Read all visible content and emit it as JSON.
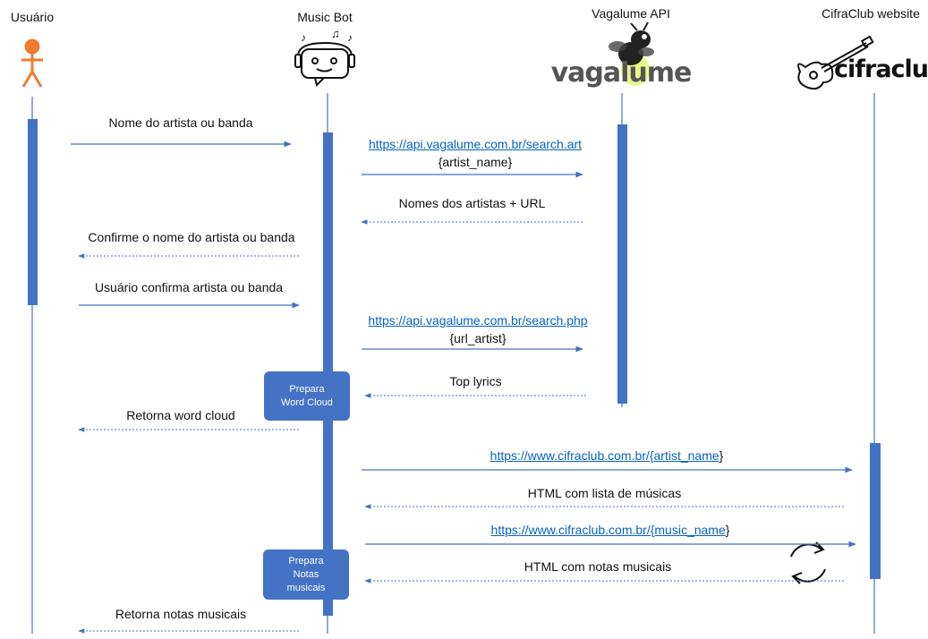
{
  "actors": [
    {
      "id": "usuario",
      "label": "Usuário"
    },
    {
      "id": "bot",
      "label": "Music Bot"
    },
    {
      "id": "vagalume",
      "label": "Vagalume API"
    },
    {
      "id": "cifra",
      "label": "CifraClub website"
    }
  ],
  "logos": {
    "vagalume_wordmark": "vagalume",
    "cifra_wordmark": "cifraclub"
  },
  "messages": [
    {
      "id": "m1",
      "text": "Nome do artista ou banda"
    },
    {
      "id": "m2",
      "link": "https://api.vagalume.com.br/search.art",
      "text": "{artist_name}"
    },
    {
      "id": "m3",
      "text": "Nomes dos artistas + URL"
    },
    {
      "id": "m4",
      "text": "Confirme o nome do artista ou banda"
    },
    {
      "id": "m5",
      "text": "Usuário confirma artista ou banda"
    },
    {
      "id": "m6",
      "link": "https://api.vagalume.com.br/search.php",
      "text": "{url_artist}"
    },
    {
      "id": "m7",
      "text": "Top lyrics"
    },
    {
      "id": "m8",
      "text": "Retorna word cloud"
    },
    {
      "id": "m9",
      "link": "https://www.cifraclub.com.br/{artist_name",
      "suffix": "}"
    },
    {
      "id": "m10",
      "text": "HTML com lista de músicas"
    },
    {
      "id": "m11",
      "link": "https://www.cifraclub.com.br/{music_name",
      "suffix": "}"
    },
    {
      "id": "m12",
      "text": "HTML com notas musicais"
    },
    {
      "id": "m13",
      "text": "Retorna notas musicais"
    }
  ],
  "boxes": [
    {
      "id": "wordcloud",
      "lines": [
        "Prepara",
        "Word Cloud"
      ]
    },
    {
      "id": "notas",
      "lines": [
        "Prepara",
        "Notas",
        "musicais"
      ]
    }
  ],
  "colors": {
    "line": "#4472c4",
    "person": "#ed7d31",
    "link": "#0563c1"
  }
}
